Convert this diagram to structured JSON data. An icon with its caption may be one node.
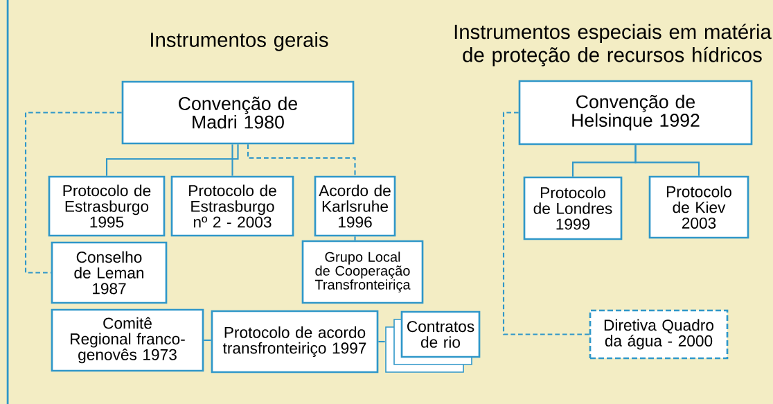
{
  "diagram": {
    "nodes": [
      {
        "text": [
          "Convenção de Madri 1980"
        ]
      },
      {
        "text": [
          "Protocolo de Estrasburgo 1995"
        ]
      },
      {
        "text": [
          "Protocolo de Estrasburgo nº 2 - 2003"
        ]
      },
      {
        "text": [
          "Acordo de Karlsruhe 1996"
        ]
      },
      {
        "text": [
          "Conselho de Leman 1987"
        ]
      },
      {
        "text": [
          "Grupo Local de Cooperação Transfronteiriça"
        ]
      },
      {
        "text": [
          "Comitê Regional franco-genovês 1973"
        ]
      },
      {
        "text": [
          "Protocolo de acordo transfronteiriço 1997"
        ]
      },
      {
        "text": [
          "Contratos de rio"
        ]
      },
      {
        "text": [
          "Convenção de Helsinque 1992"
        ]
      },
      {
        "text": [
          "Protocolo de Londres 1999"
        ]
      },
      {
        "text": [
          "Protocolo de Kiev 2003"
        ]
      },
      {
        "text": [
          "Diretiva Quadro da água - 2000"
        ]
      }
    ],
    "edges": [
      {
        "from": 0,
        "to": 1,
        "arrow": "none"
      },
      {
        "from": 0,
        "to": 2,
        "arrow": "none"
      },
      {
        "from": 0,
        "to": 3,
        "arrow": "none",
        "style": "dashed"
      },
      {
        "from": 0,
        "to": 4,
        "arrow": "none",
        "style": "dashed"
      },
      {
        "from": 3,
        "to": 5,
        "arrow": "none"
      },
      {
        "from": 6,
        "to": 7,
        "arrow": "none"
      },
      {
        "from": 7,
        "to": 8,
        "arrow": "none"
      },
      {
        "from": 9,
        "to": 10,
        "arrow": "none"
      },
      {
        "from": 9,
        "to": 11,
        "arrow": "none"
      },
      {
        "from": 9,
        "to": 12,
        "arrow": "none",
        "style": "dashed"
      }
    ],
    "labels": [
      "Instrumentos gerais",
      "Instrumentos especiais em matéria de proteção de recursos hídricos"
    ]
  }
}
